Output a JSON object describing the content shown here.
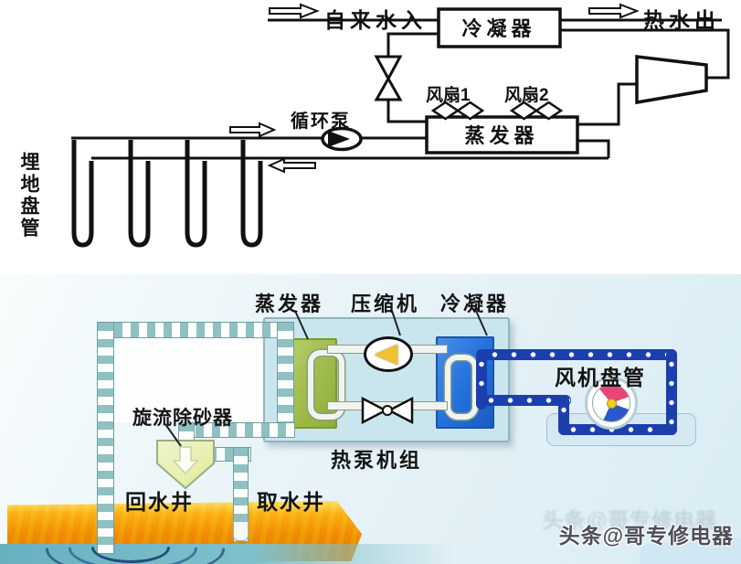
{
  "top_diagram": {
    "labels": {
      "tap_water_in": "自来水入",
      "hot_water_out": "热水出",
      "condenser": "冷凝器",
      "circulation_pump": "循环泵",
      "fan1": "风扇1",
      "fan2": "风扇2",
      "evaporator": "蒸发器",
      "buried_coil": "埋地盘管"
    }
  },
  "bottom_diagram": {
    "labels": {
      "evaporator": "蒸发器",
      "compressor": "压缩机",
      "condenser": "冷凝器",
      "fan_coil_unit": "风机盘管",
      "heat_pump_unit": "热泵机组",
      "cyclone_sand_remover": "旋流除砂器",
      "return_well": "回水井",
      "intake_well": "取水井"
    },
    "colors": {
      "evaporator_green": "#a3c052",
      "condenser_blue": "#2472dc",
      "pipe_blue": "#1c3fae",
      "unit_bg": "#c9e6ef",
      "checker_teal": "#8fc0c2",
      "compressor_yellow": "#f2c12e",
      "ground_orange": "#ef8c05",
      "fan_pink": "#e8457a",
      "fan_blue": "#2b58c8"
    }
  },
  "watermark": {
    "text": "头条@哥专修电器"
  }
}
